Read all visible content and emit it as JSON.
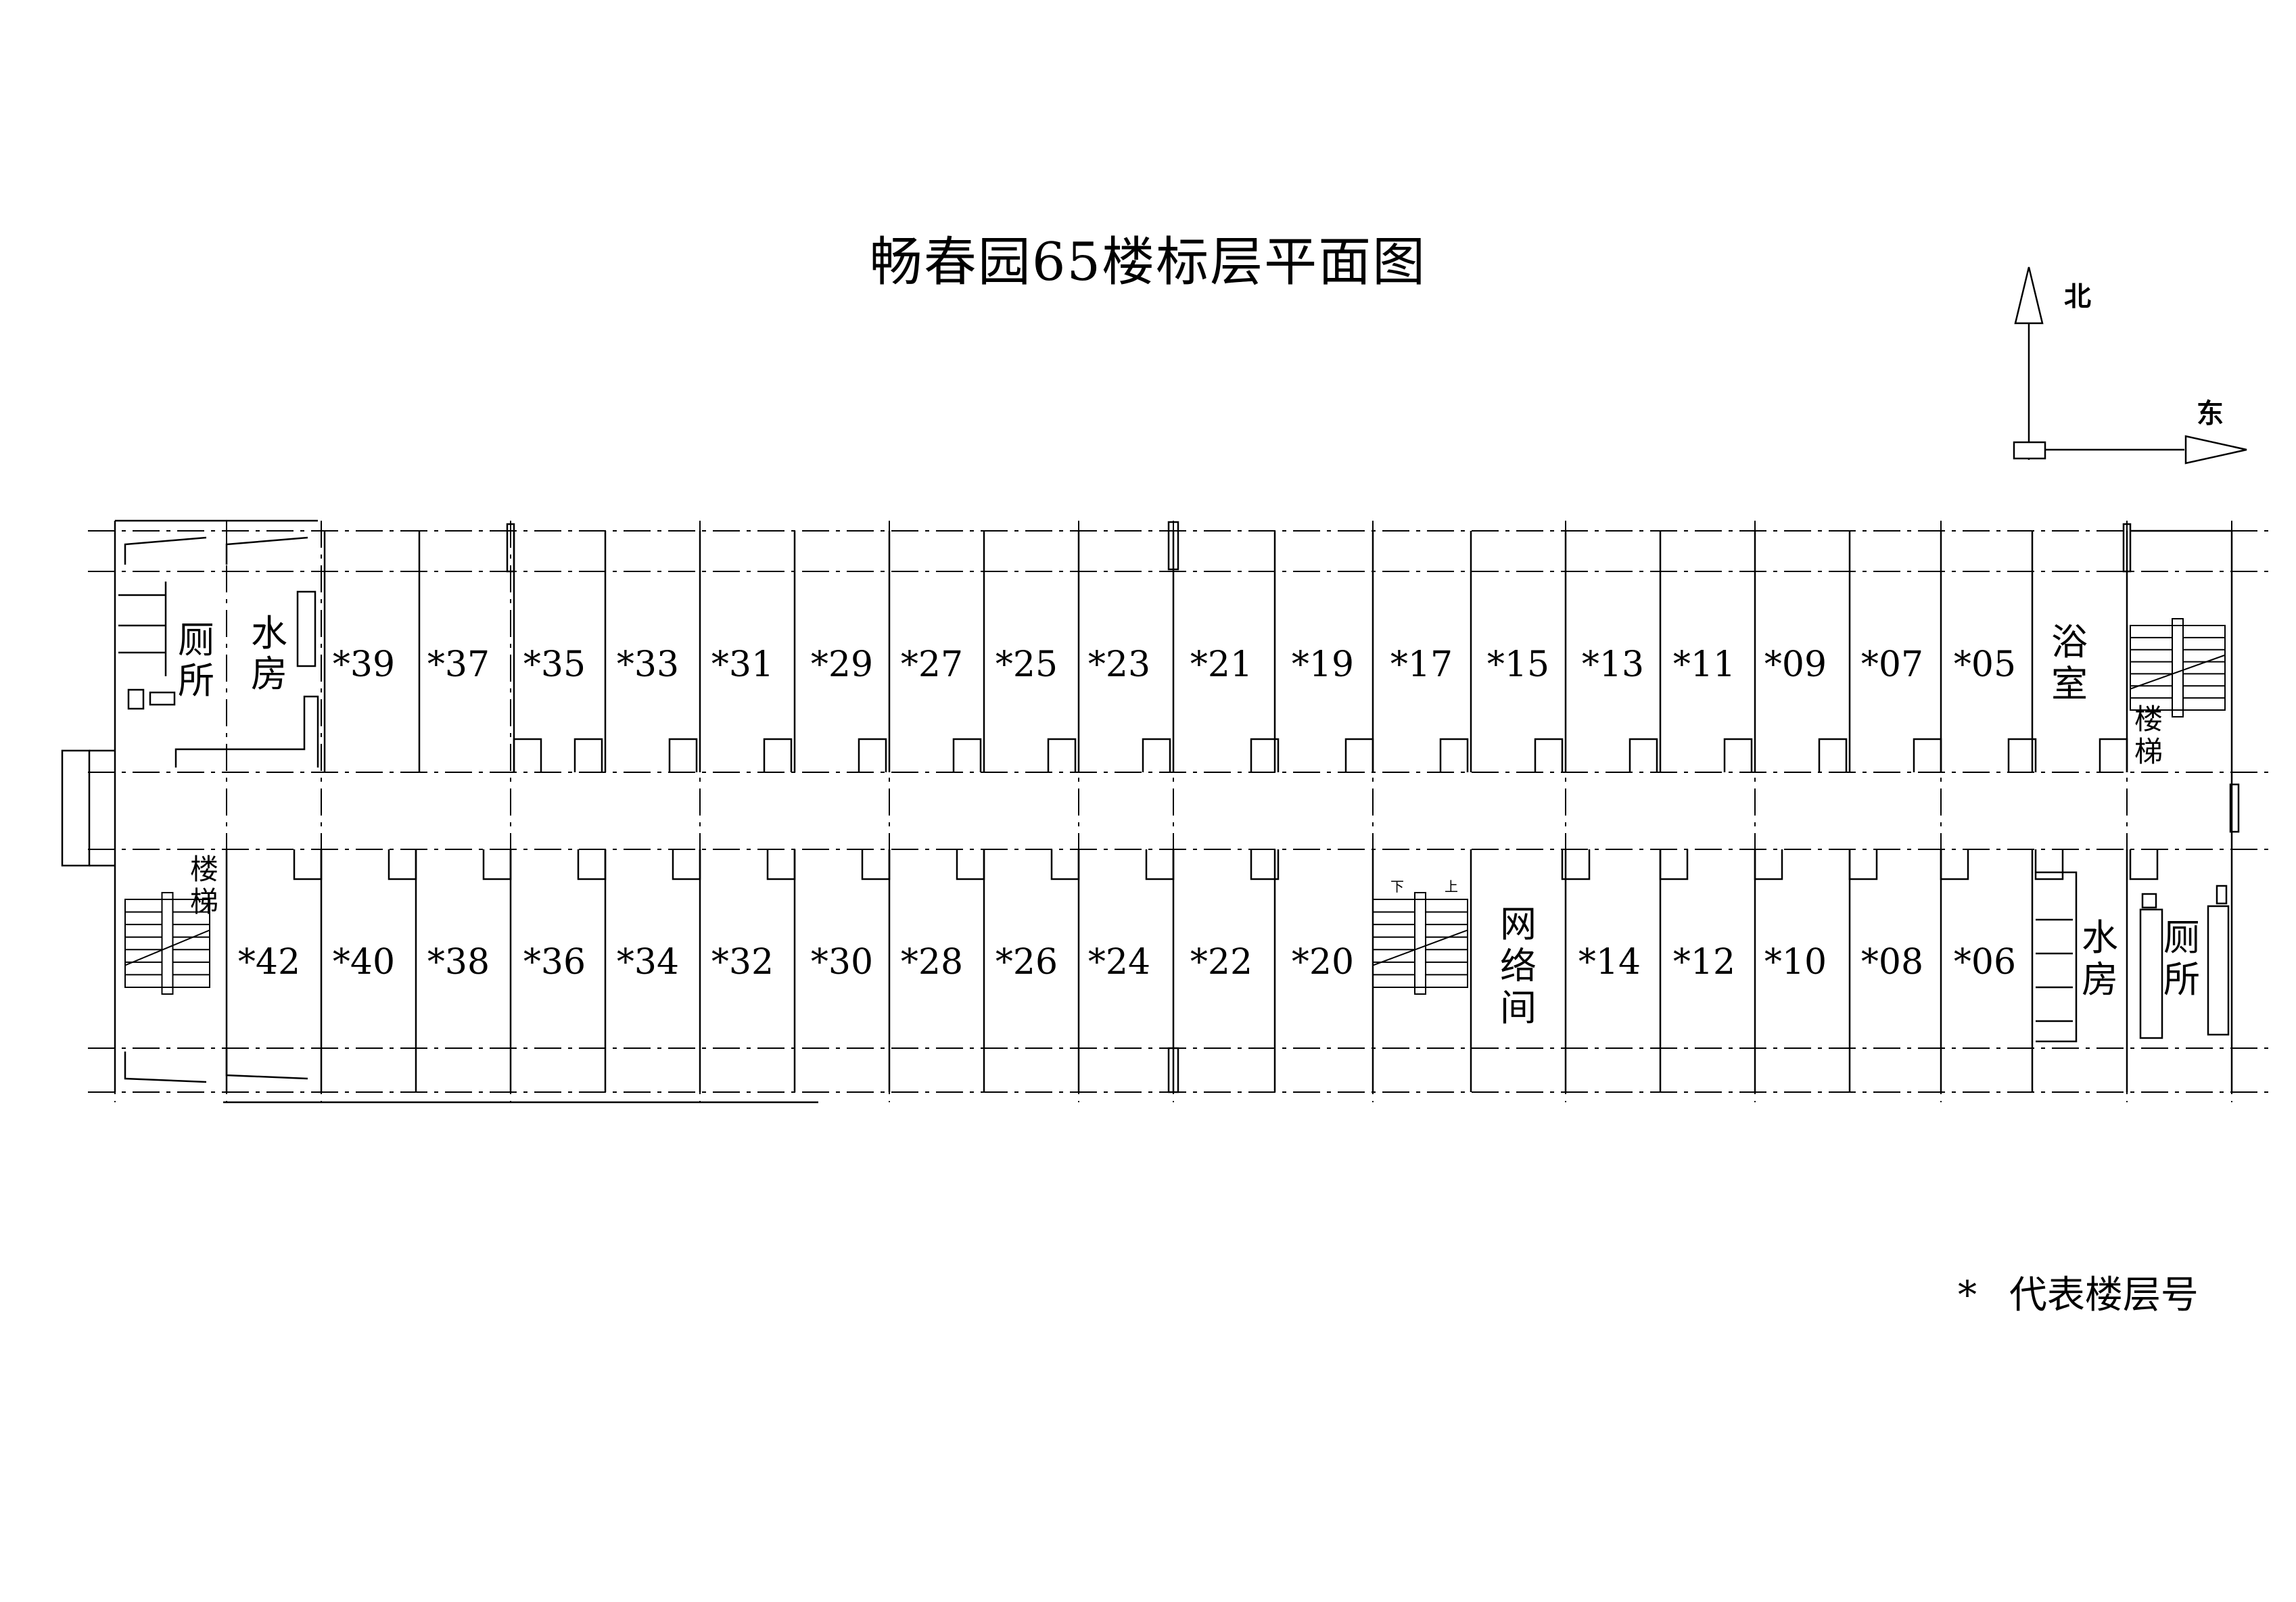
{
  "title": "畅春园65楼标层平面图",
  "compass": {
    "north": "北",
    "east": "东"
  },
  "legend": {
    "symbol": "*",
    "text": "代表楼层号"
  },
  "north_rooms": [
    "*39",
    "*37",
    "*35",
    "*33",
    "*31",
    "*29",
    "*27",
    "*25",
    "*23",
    "*21",
    "*19",
    "*17",
    "*15",
    "*13",
    "*11",
    "*09",
    "*07",
    "*05"
  ],
  "south_rooms": [
    "*42",
    "*40",
    "*38",
    "*36",
    "*34",
    "*32",
    "*30",
    "*28",
    "*26",
    "*24",
    "*22",
    "*20",
    "*14",
    "*12",
    "*10",
    "*08",
    "*06"
  ],
  "facilities": {
    "toilet_west": "厕所",
    "water_west": "水房",
    "stairs_west": "楼梯",
    "bath": "浴室",
    "stairs_east": "楼梯",
    "network": "网络间",
    "water_east": "水房",
    "toilet_east": "厕所"
  },
  "stair_marks": {
    "down": "下",
    "up": "上"
  }
}
